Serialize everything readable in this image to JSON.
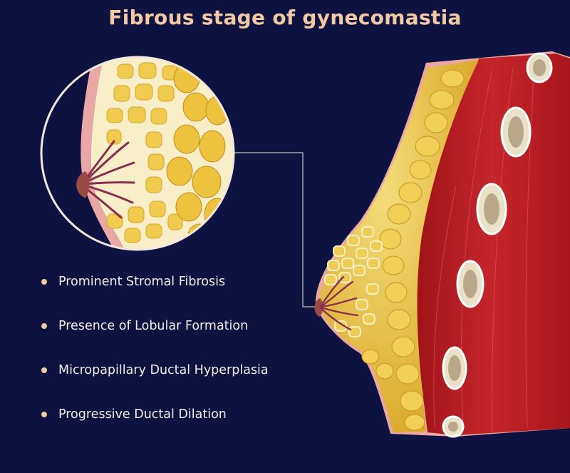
{
  "title": "Fibrous stage of gynecomastia",
  "bullets": [
    "Prominent Stromal Fibrosis",
    "Presence of Lobular Formation",
    "Micropapillary Ductal Hyperplasia",
    "Progressive Ductal Dilation"
  ],
  "colors": {
    "background": "#0d1240",
    "title": "#f3c9a5",
    "bullet_text": "#f2ece2",
    "fat": "#e9c44a",
    "fibrous_tissue": "#f7ecc2",
    "muscle": "#b81e22",
    "skin": "#e9a7a5",
    "duct": "#8a2f4e",
    "rib": "#d8cfb0"
  }
}
